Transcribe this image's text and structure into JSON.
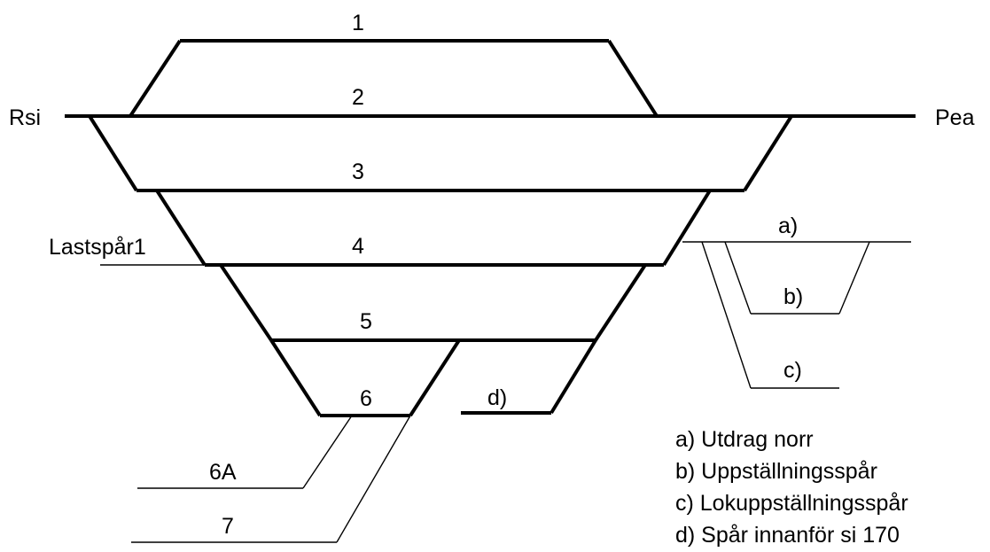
{
  "stations": {
    "left": "Rsi",
    "right": "Pea"
  },
  "tracks": {
    "t1": "1",
    "t2": "2",
    "t3": "3",
    "t4": "4",
    "t5": "5",
    "t6": "6",
    "t6a": "6A",
    "t7": "7",
    "lastspar": "Lastspår1"
  },
  "side_tracks": {
    "a": "a)",
    "b": "b)",
    "c": "c)",
    "d": "d)"
  },
  "legend": [
    "a) Utdrag norr",
    "b) Uppställningsspår",
    "c) Lokuppställningsspår",
    "d) Spår innanför si 170"
  ]
}
